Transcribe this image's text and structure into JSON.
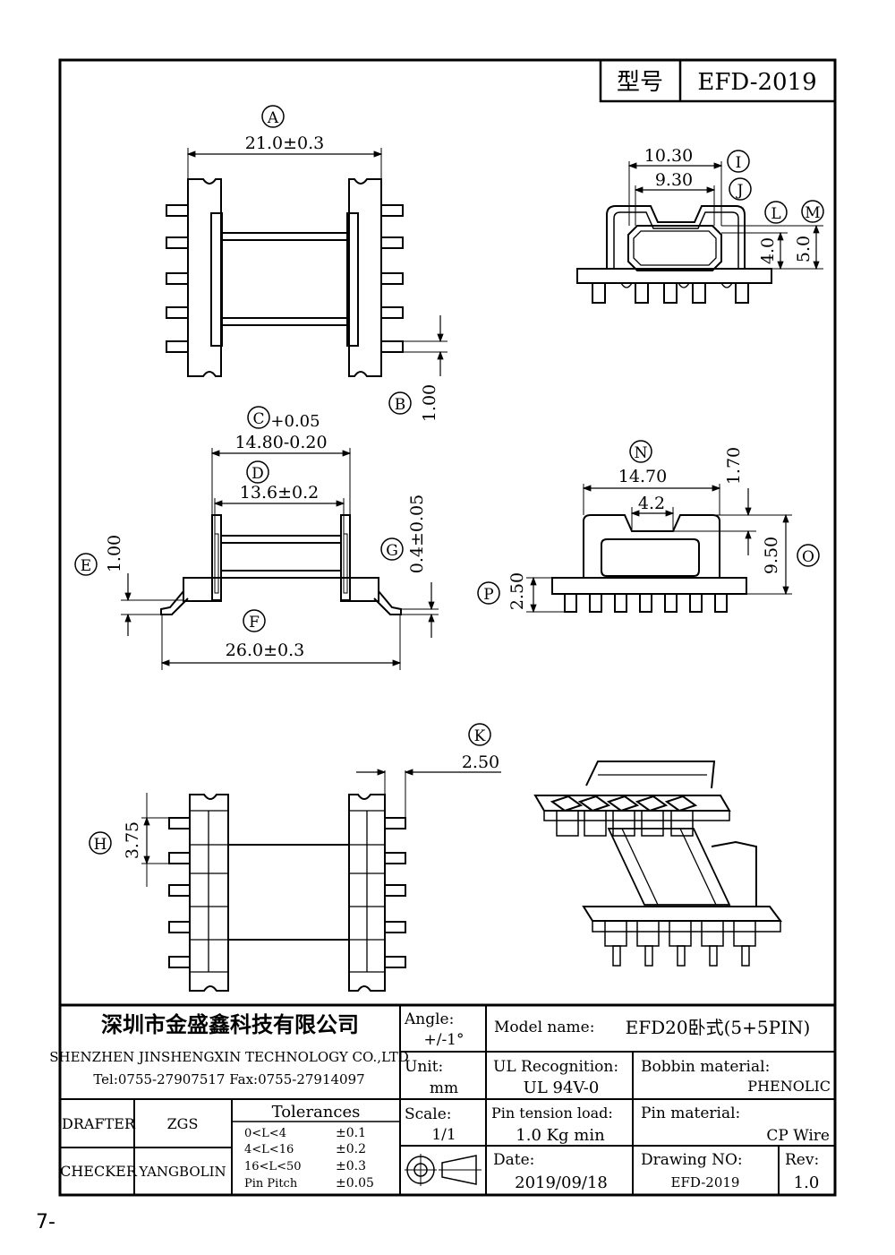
{
  "header": {
    "model_label": "型号",
    "model_value": "EFD-2019"
  },
  "labels": {
    "A": "A",
    "B": "B",
    "C": "C",
    "D": "D",
    "E": "E",
    "F": "F",
    "G": "G",
    "H": "H",
    "I": "I",
    "J": "J",
    "K": "K",
    "L": "L",
    "M": "M",
    "N": "N",
    "O": "O",
    "P": "P"
  },
  "dims": {
    "a": "21.0±0.3",
    "b": "1.00",
    "c_plus": "+0.05",
    "c": "14.80-0.20",
    "d": "13.6±0.2",
    "e": "1.00",
    "f": "26.0±0.3",
    "g": "0.4±0.05",
    "h": "3.75",
    "i": "10.30",
    "j": "9.30",
    "l": "4.0",
    "m": "5.0",
    "n": "14.70",
    "n_inner": "4.2",
    "top": "1.70",
    "o": "9.50",
    "p": "2.50",
    "k": "2.50"
  },
  "title_block": {
    "company_cn": "深圳市金盛鑫科技有限公司",
    "company_en": "SHENZHEN JINSHENGXIN TECHNOLOGY CO.,LTD",
    "contact": "Tel:0755-27907517   Fax:0755-27914097",
    "angle_label": "Angle:",
    "angle_value": "+/-1°",
    "unit_label": "Unit:",
    "unit_value": "mm",
    "scale_label": "Scale:",
    "scale_value": "1/1",
    "model_name_label": "Model name:",
    "model_name_value": "EFD20卧式(5+5PIN)",
    "ul_label": "UL Recognition:",
    "ul_value": "UL 94V-0",
    "bobbin_label": "Bobbin material:",
    "bobbin_value": "PHENOLIC",
    "pin_tension_label": "Pin tension load:",
    "pin_tension_value": "1.0 Kg min",
    "pin_material_label": "Pin material:",
    "pin_material_value": "CP Wire",
    "date_label": "Date:",
    "date_value": "2019/09/18",
    "drawing_no_label": "Drawing NO:",
    "drawing_no_value": "EFD-2019",
    "rev_label": "Rev:",
    "rev_value": "1.0",
    "drafter_label": "DRAFTER",
    "drafter_value": "ZGS",
    "checker_label": "CHECKER",
    "checker_value": "YANGBOLIN",
    "tolerances_title": "Tolerances",
    "tolerances": [
      {
        "range": "0<L<4",
        "value": "±0.1"
      },
      {
        "range": "4<L<16",
        "value": "±0.2"
      },
      {
        "range": "16<L<50",
        "value": "±0.3"
      },
      {
        "range": "Pin Pitch",
        "value": "±0.05"
      }
    ]
  },
  "page_number": "7-"
}
